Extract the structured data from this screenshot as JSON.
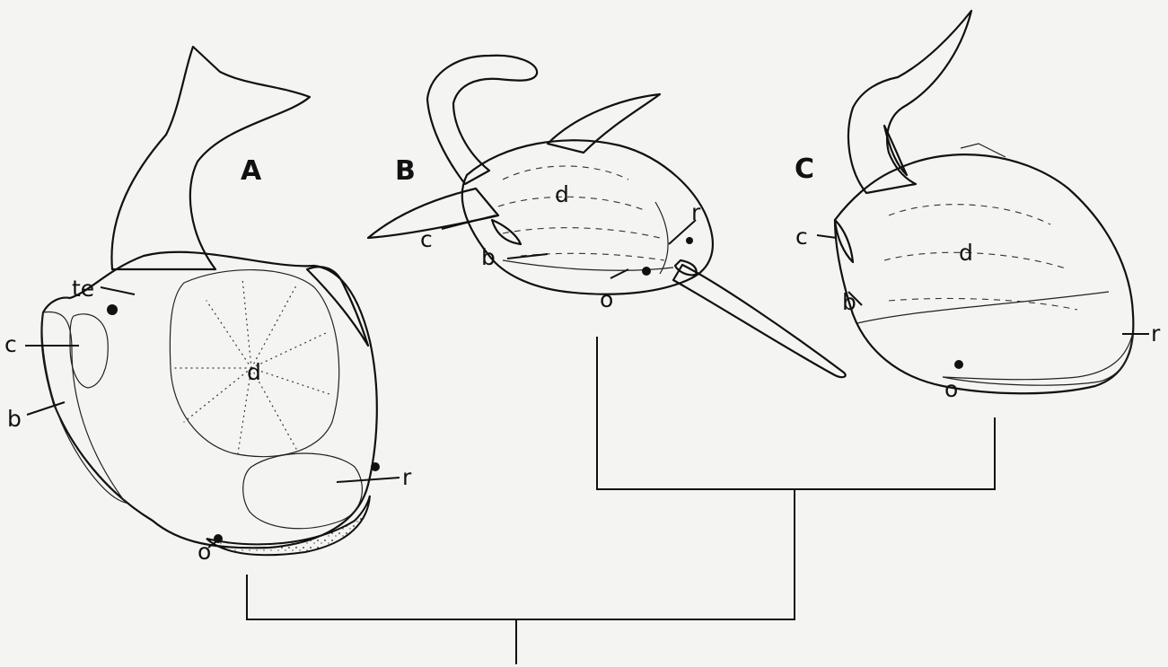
{
  "figures": {
    "A": {
      "letter": "A",
      "labels": {
        "te": "te",
        "c": "c",
        "b": "b",
        "d": "d",
        "r": "r",
        "o": "o"
      }
    },
    "B": {
      "letter": "B",
      "labels": {
        "d": "d",
        "r": "r",
        "c": "c",
        "b": "b",
        "o": "o"
      }
    },
    "C": {
      "letter": "C",
      "labels": {
        "c": "c",
        "d": "d",
        "b": "b",
        "r": "r",
        "o": "o"
      }
    }
  },
  "colors": {
    "ink": "#111111",
    "paper": "#f4f4f2"
  }
}
